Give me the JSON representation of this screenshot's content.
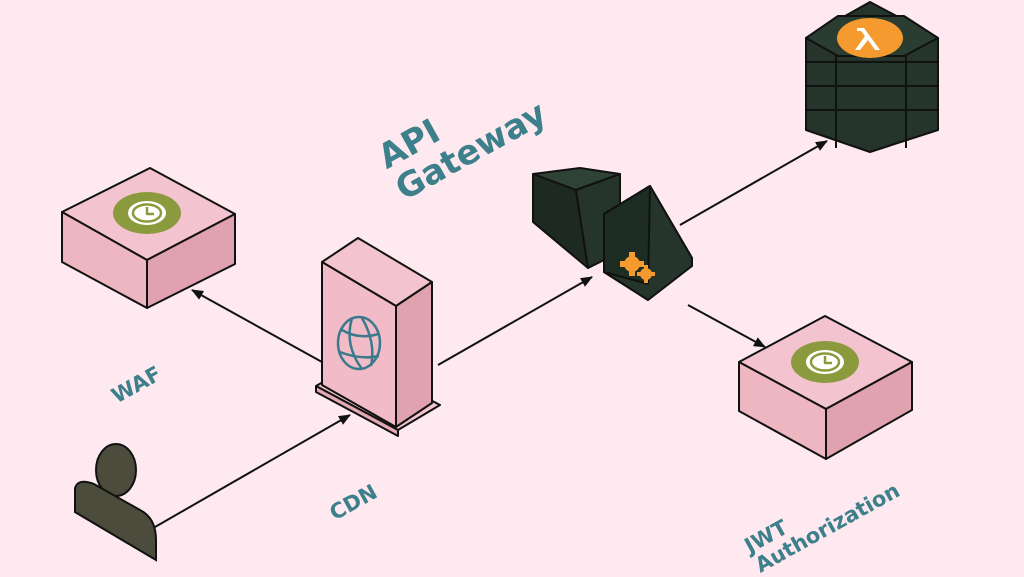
{
  "labels": {
    "waf": "WAF",
    "cdn": "CDN",
    "api_gateway_line1": "API",
    "api_gateway_line2": "Gateway",
    "jwt_line1": "JWT",
    "jwt_line2": "Authorization"
  },
  "colors": {
    "background": "#fde9ef",
    "label_text": "#3d7f8a",
    "box_top": "#f3c4cf",
    "box_side": "#e3a8b4",
    "dark_node": "#25352b",
    "badge_green": "#8a9a3c",
    "lambda_orange": "#f59a2f",
    "user_fill": "#4c4c3c",
    "cdn_icon": "#3b7a8c"
  },
  "icons": {
    "waf": "check-circle-icon",
    "jwt": "check-circle-icon",
    "cdn": "globe-icon",
    "gateway": "gears-icon",
    "database": "lambda-icon",
    "user": "user-icon"
  }
}
